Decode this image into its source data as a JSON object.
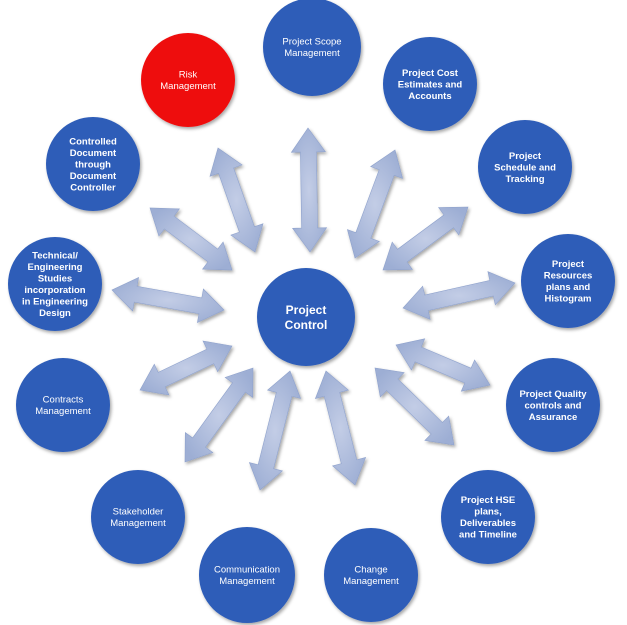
{
  "center": {
    "lines": [
      "Project",
      "Control"
    ],
    "color": "#2E5DB8"
  },
  "nodes": [
    {
      "id": "project-scope-management",
      "lines": [
        "Project Scope",
        "Management"
      ],
      "color": "#2E5DB8"
    },
    {
      "id": "project-cost-estimates",
      "lines": [
        "Project Cost",
        "Estimates and",
        "Accounts"
      ],
      "color": "#2E5DB8"
    },
    {
      "id": "project-schedule-tracking",
      "lines": [
        "Project",
        "Schedule and",
        "Tracking"
      ],
      "color": "#2E5DB8"
    },
    {
      "id": "project-resources-plans",
      "lines": [
        "Project",
        "Resources",
        "plans and",
        "Histogram"
      ],
      "color": "#2E5DB8"
    },
    {
      "id": "project-quality-controls",
      "lines": [
        "Project Quality",
        "controls and",
        "Assurance"
      ],
      "color": "#2E5DB8"
    },
    {
      "id": "project-hse-plans",
      "lines": [
        "Project HSE",
        "plans,",
        "Deliverables",
        "and Timeline"
      ],
      "color": "#2E5DB8"
    },
    {
      "id": "change-management",
      "lines": [
        "Change",
        "Management"
      ],
      "color": "#2E5DB8"
    },
    {
      "id": "communication-management",
      "lines": [
        "Communication",
        "Management"
      ],
      "color": "#2E5DB8"
    },
    {
      "id": "stakeholder-management",
      "lines": [
        "Stakeholder",
        "Management"
      ],
      "color": "#2E5DB8"
    },
    {
      "id": "contracts-management",
      "lines": [
        "Contracts",
        "Management"
      ],
      "color": "#2E5DB8"
    },
    {
      "id": "technical-engineering-studies",
      "lines": [
        "Technical/",
        "Engineering",
        "Studies",
        "incorporation",
        "in Engineering",
        "Design"
      ],
      "color": "#2E5DB8"
    },
    {
      "id": "controlled-document",
      "lines": [
        "Controlled",
        "Document",
        "through",
        "Document",
        "Controller"
      ],
      "color": "#2E5DB8"
    },
    {
      "id": "risk-management",
      "lines": [
        "Risk",
        "Management"
      ],
      "color": "#EE1111"
    }
  ],
  "arrow_color": "#A9B8D9"
}
